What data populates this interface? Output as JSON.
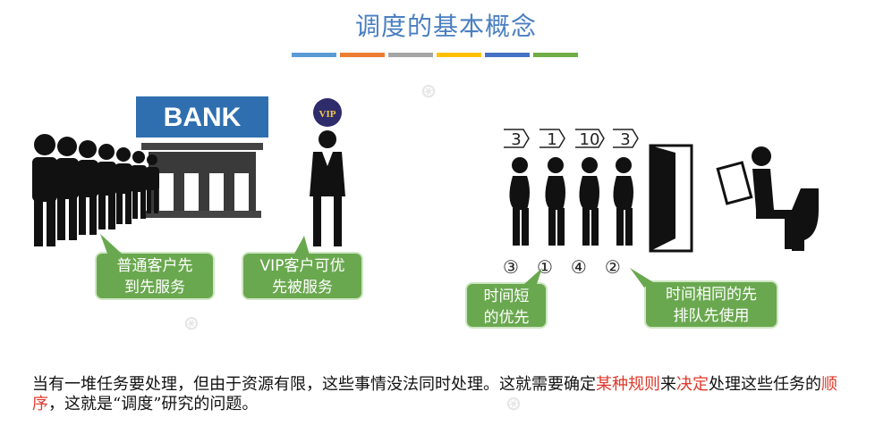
{
  "title": "调度的基本概念",
  "accent_bars": [
    "#5b9bd5",
    "#ed7d31",
    "#a5a5a5",
    "#ffc000",
    "#4472c4",
    "#70ad47"
  ],
  "bank_sign": "BANK",
  "vip_badge": "VIP",
  "callouts": {
    "normal_customer": [
      "普通客户先",
      "到先服务"
    ],
    "vip_customer": [
      "VIP客户可优",
      "先被服务"
    ],
    "short_time": [
      "时间短",
      "的优先"
    ],
    "same_time": [
      "时间相同的先",
      "排队先使用"
    ]
  },
  "queue_times": [
    "3",
    "1",
    "10",
    "3"
  ],
  "order_numbers": [
    "③",
    "①",
    "④",
    "②"
  ],
  "paragraph": {
    "p1": "当有一堆任务要处理，但由于资源有限，这些事情没法同时处理。这就需要确定",
    "h1": "某种规则",
    "p2": "来",
    "h2": "决定",
    "p3": "处理这些任务的",
    "h3": "顺序",
    "p4": "，这就是“调度”研究的问题。"
  }
}
